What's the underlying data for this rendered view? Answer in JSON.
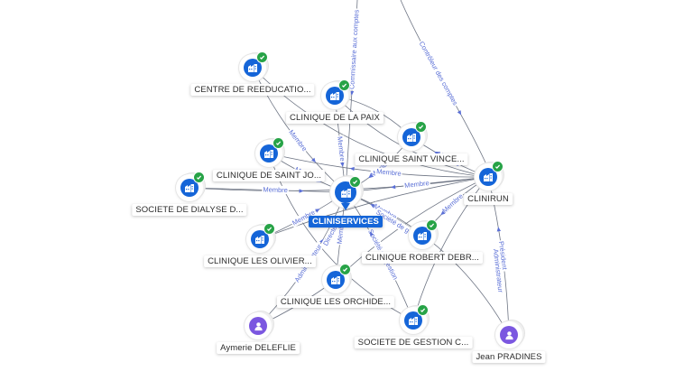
{
  "central": {
    "id": "cliniservices",
    "label": "CLINISERVICES"
  },
  "nodes": [
    {
      "id": "centre-reeducation",
      "label": "CENTRE DE REEDUCATIO...",
      "kind": "company",
      "icon": "building-icon",
      "verified": true
    },
    {
      "id": "clinique-paix",
      "label": "CLINIQUE DE LA PAIX",
      "kind": "company",
      "icon": "building-icon",
      "verified": true
    },
    {
      "id": "clinique-saint-jo",
      "label": "CLINIQUE DE SAINT JO...",
      "kind": "company",
      "icon": "building-icon",
      "verified": true
    },
    {
      "id": "clinique-saint-vince",
      "label": "CLINIQUE SAINT VINCE...",
      "kind": "company",
      "icon": "building-icon",
      "verified": true
    },
    {
      "id": "clinirun",
      "label": "CLINIRUN",
      "kind": "company",
      "icon": "building-icon",
      "verified": true
    },
    {
      "id": "societe-dialyse",
      "label": "SOCIETE DE DIALYSE D...",
      "kind": "company",
      "icon": "building-icon",
      "verified": true
    },
    {
      "id": "clinique-oliviers",
      "label": "CLINIQUE LES OLIVIER...",
      "kind": "company",
      "icon": "building-icon",
      "verified": true
    },
    {
      "id": "clinique-robert",
      "label": "CLINIQUE ROBERT DEBR...",
      "kind": "company",
      "icon": "building-icon",
      "verified": true
    },
    {
      "id": "clinique-orchide",
      "label": "CLINIQUE LES ORCHIDE...",
      "kind": "company",
      "icon": "building-icon",
      "verified": true
    },
    {
      "id": "societe-gestion",
      "label": "SOCIETE DE GESTION C...",
      "kind": "company",
      "icon": "building-icon",
      "verified": true
    },
    {
      "id": "aymerie",
      "label": "Aymerie DELEFLIE",
      "kind": "person",
      "icon": "person-icon",
      "verified": false
    },
    {
      "id": "jean",
      "label": "Jean PRADINES",
      "kind": "person",
      "icon": "person-icon",
      "verified": false
    }
  ],
  "edge_labels": {
    "membre": "Membre",
    "commissaire": "Commissaire aux comptes",
    "controleur": "Contrôleur des comptes",
    "president": "Président",
    "administrateur": "Administrateur",
    "directeur": "Directeur",
    "gestion": "Société de gestion"
  },
  "colors": {
    "brand": "#1565d8",
    "verified": "#27a347",
    "person": "#7b57e0",
    "edge": "#6e7584",
    "edge_label": "#5a6fd6"
  }
}
